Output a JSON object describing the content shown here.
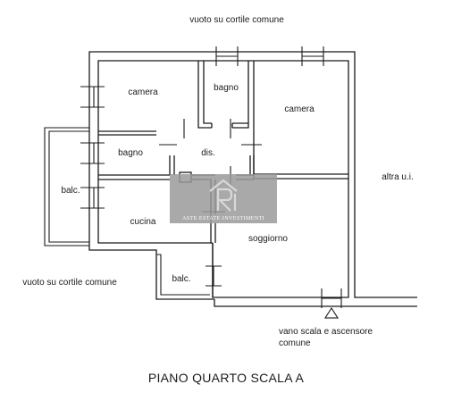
{
  "labels": {
    "top_courtyard": "vuoto su cortile comune",
    "left_courtyard": "vuoto su cortile comune",
    "stairwell_line1": "vano scala e ascensore",
    "stairwell_line2": "comune",
    "neighbor": "altra u.i.",
    "plan_title": "PIANO QUARTO SCALA A"
  },
  "rooms": {
    "camera_left": "camera",
    "bagno_top": "bagno",
    "camera_right": "camera",
    "bagno_left": "bagno",
    "dis": "dis.",
    "balc_left": "balc.",
    "cucina": "cucina",
    "soggiorno": "soggiorno",
    "balc_bottom": "balc."
  },
  "watermark": {
    "text": "ASTE·ESTATE·INVESTIMENTI",
    "colors": {
      "panel": "#9a9a9a",
      "mark": "#d8d8d8"
    },
    "icon": "house-roof-logo"
  },
  "colors": {
    "wall": "#1a1a1a",
    "text": "#1a1a1a",
    "background": "#ffffff"
  }
}
